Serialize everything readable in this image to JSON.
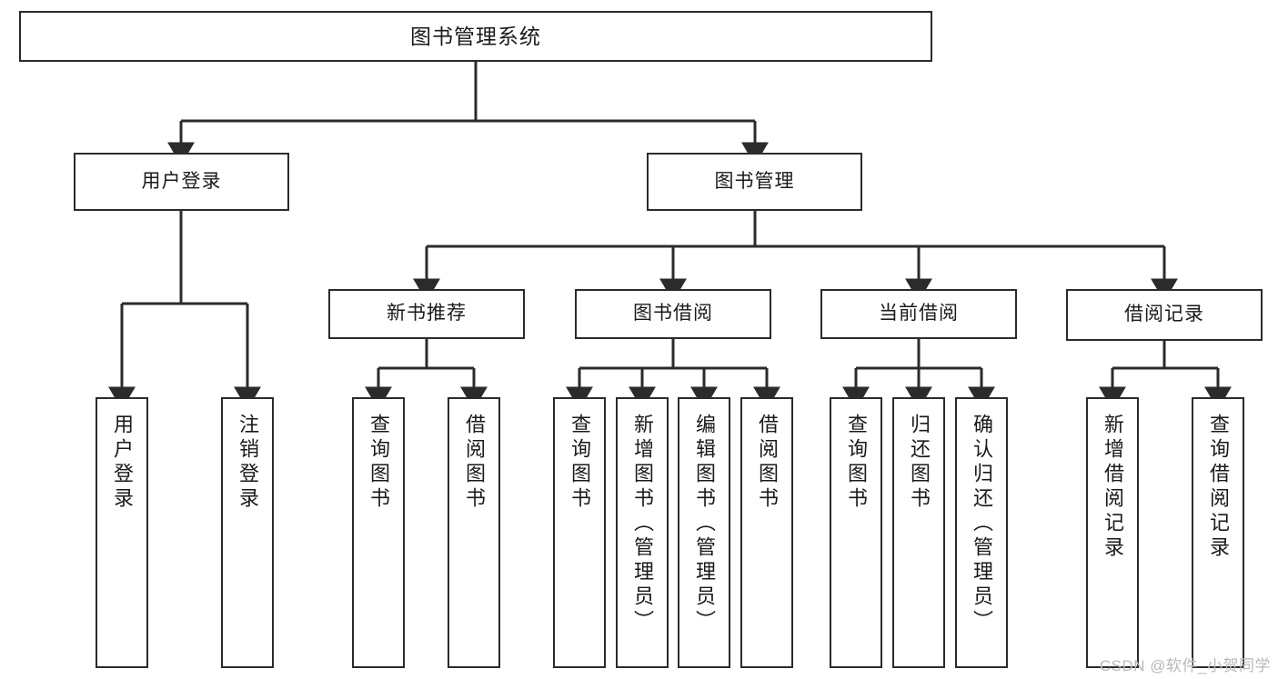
{
  "diagram": {
    "title": "图书管理系统",
    "type": "tree-hierarchy",
    "watermark": "CSDN @软件_小贺同学",
    "colors": {
      "box_border": "#2b2b2b",
      "box_fill": "#ffffff",
      "connector": "#2b2b2b",
      "text": "#1a1a1a",
      "watermark": "#b9b9b9",
      "background": "#ffffff"
    },
    "root": {
      "label": "图书管理系统"
    },
    "level1": [
      {
        "label": "用户登录"
      },
      {
        "label": "图书管理"
      }
    ],
    "level2": [
      {
        "label": "新书推荐"
      },
      {
        "label": "图书借阅"
      },
      {
        "label": "当前借阅"
      },
      {
        "label": "借阅记录"
      }
    ],
    "leaves": {
      "user_login": [
        {
          "label": "用户登录"
        },
        {
          "label": "注销登录"
        }
      ],
      "new_book": [
        {
          "label": "查询图书"
        },
        {
          "label": "借阅图书"
        }
      ],
      "book_borrow": [
        {
          "label": "查询图书"
        },
        {
          "label": "新增图书（管理员）"
        },
        {
          "label": "编辑图书（管理员）"
        },
        {
          "label": "借阅图书"
        }
      ],
      "current_borrow": [
        {
          "label": "查询图书"
        },
        {
          "label": "归还图书"
        },
        {
          "label": "确认归还（管理员）"
        }
      ],
      "borrow_record": [
        {
          "label": "新增借阅记录"
        },
        {
          "label": "查询借阅记录"
        }
      ]
    }
  }
}
